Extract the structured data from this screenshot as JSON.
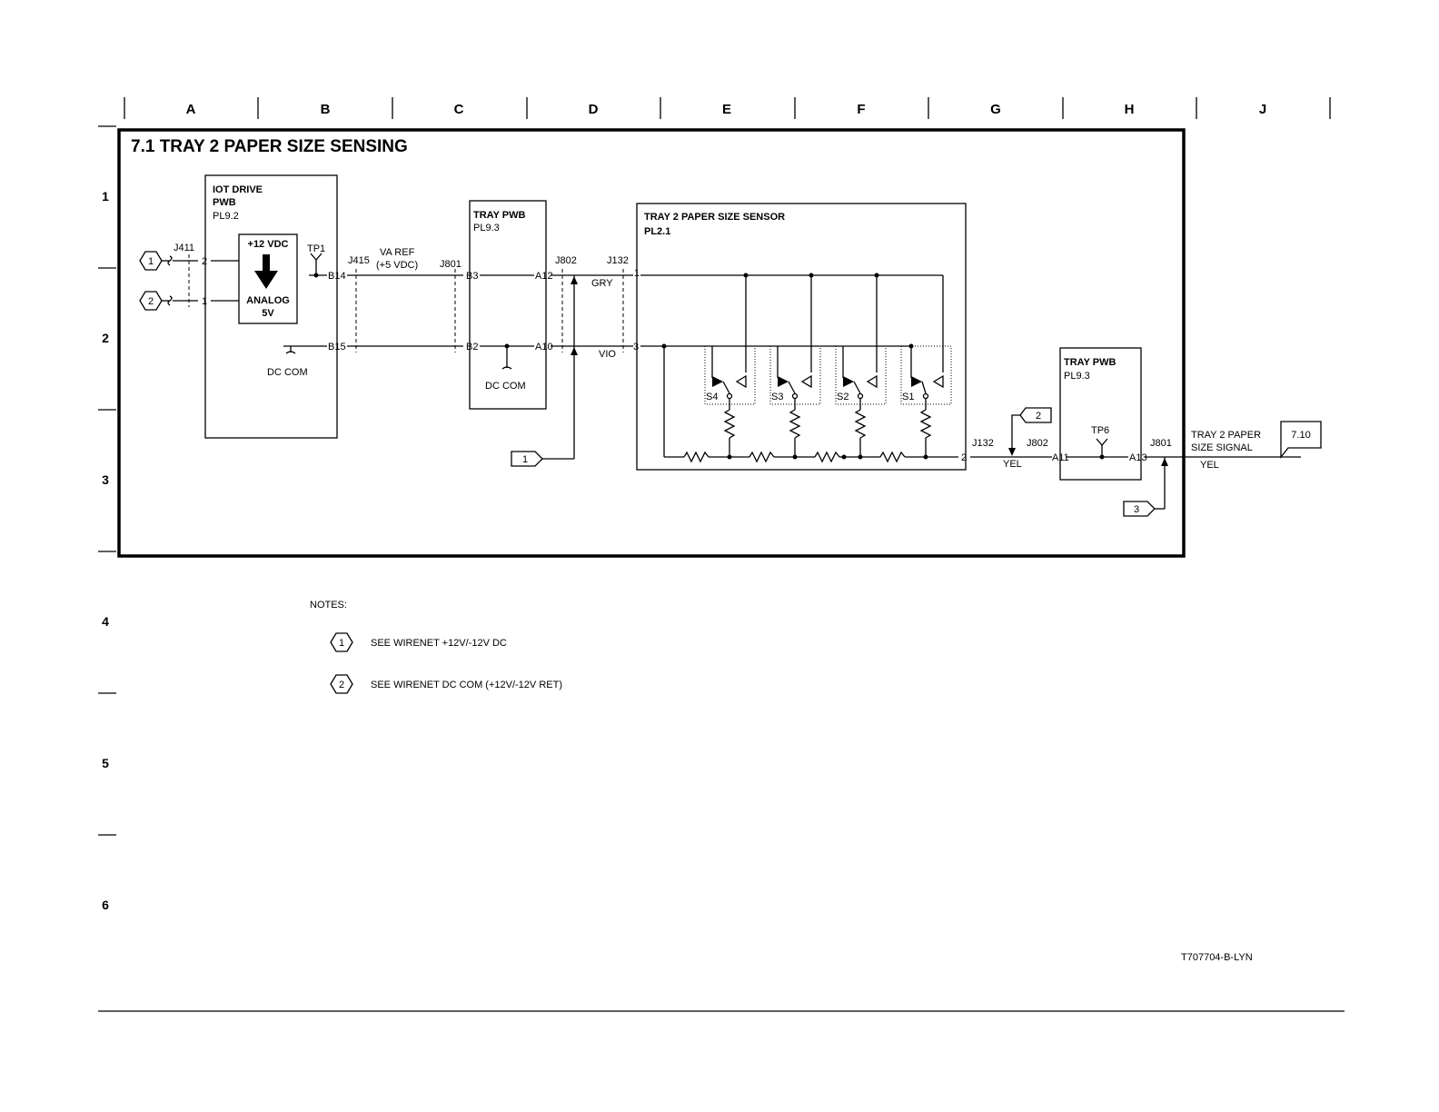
{
  "columns": [
    "A",
    "B",
    "C",
    "D",
    "E",
    "F",
    "G",
    "H",
    "J"
  ],
  "rows": [
    "1",
    "2",
    "3",
    "4",
    "5",
    "6"
  ],
  "title": "7.1 TRAY 2 PAPER SIZE SENSING",
  "iot_drive": {
    "name": "IOT DRIVE",
    "sub": "PWB",
    "pl": "PL9.2",
    "supply": "+12 VDC",
    "analog": "ANALOG",
    "v5": "5V"
  },
  "connectors": {
    "j411": "J411",
    "p2": "2",
    "p1": "1",
    "tp1": "TP1",
    "j415": "J415",
    "b14": "B14",
    "b15": "B15",
    "varef": "VA REF",
    "vdc5": "(+5 VDC)",
    "j801": "J801",
    "b3": "B3",
    "b2": "B2",
    "a12": "A12",
    "a10": "A10",
    "j802": "J802",
    "j132": "J132",
    "n1": "1",
    "n3": "3",
    "n2": "2",
    "gry": "GRY",
    "vio": "VIO"
  },
  "dccom": "DC COM",
  "tray_pwb": {
    "name": "TRAY PWB",
    "pl": "PL9.3"
  },
  "sensor": {
    "name": "TRAY 2 PAPER SIZE SENSOR",
    "pl": "PL2.1",
    "switches": [
      "S4",
      "S3",
      "S2",
      "S1"
    ]
  },
  "output": {
    "j132": "J132",
    "yel": "YEL",
    "j802": "J802",
    "a11": "A11",
    "tp6": "TP6",
    "a13": "A13",
    "j801": "J801",
    "sig1": "TRAY 2 PAPER",
    "sig2": "SIZE SIGNAL",
    "yel2": "YEL",
    "ref": "7.10"
  },
  "tray_pwb2": {
    "name": "TRAY PWB",
    "pl": "PL9.3"
  },
  "flags": {
    "f1": "1",
    "f2": "2",
    "f3": "3"
  },
  "markers": {
    "m1": "1",
    "m2": "2"
  },
  "notes": {
    "heading": "NOTES:",
    "items": [
      {
        "marker": "1",
        "text": "SEE WIRENET +12V/-12V DC"
      },
      {
        "marker": "2",
        "text": "SEE WIRENET DC COM (+12V/-12V RET)"
      }
    ]
  },
  "doc_id": "T707704-B-LYN"
}
